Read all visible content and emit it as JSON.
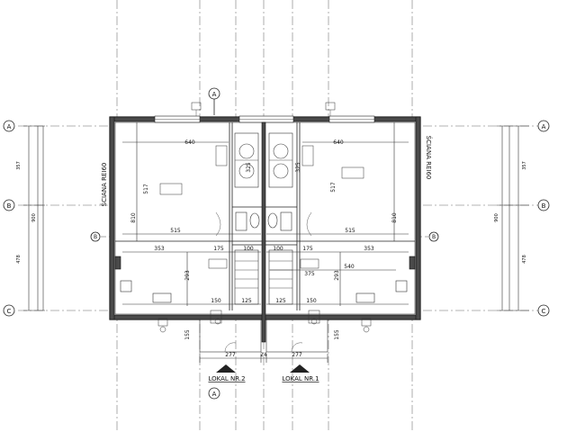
{
  "axes": {
    "A": "A",
    "B": "B",
    "C": "C"
  },
  "dims": {
    "top_left_width": "640",
    "top_right_width": "640",
    "left_517": "517",
    "right_517": "517",
    "left_810": "810",
    "right_810": "810",
    "mid_left_515": "515",
    "mid_right_515": "515",
    "left_353": "353",
    "right_353": "353",
    "left_175": "175",
    "right_175": "175",
    "left_100": "100",
    "right_100": "100",
    "right_540": "540",
    "right_375": "375",
    "left_293": "293",
    "right_293": "293",
    "left_150": "150",
    "right_150": "150",
    "left_125": "125",
    "right_125": "125",
    "bottom_277_left": "277",
    "bottom_277_right": "277",
    "bottom_24": "24",
    "left_155": "155",
    "right_155": "155",
    "stair_325_left": "325",
    "stair_325_right": "325",
    "left_side_357": "357",
    "left_side_478": "478",
    "right_side_357": "357",
    "right_side_478": "478",
    "left_side_total": "900",
    "right_side_total": "900"
  },
  "labels": {
    "wall_left": "ŚCIANA REI60",
    "wall_right": "ŚCIANA REI60",
    "unit_2": "LOKAL NR.2",
    "unit_1": "LOKAL NR.1"
  }
}
